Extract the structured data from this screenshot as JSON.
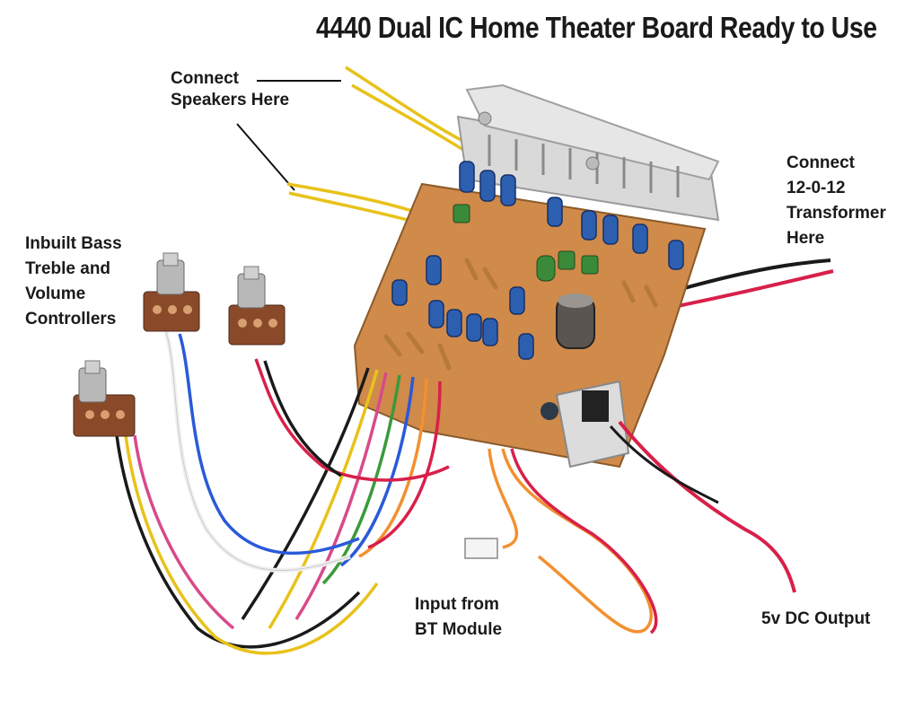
{
  "title": "4440 Dual IC Home Theater Board Ready to Use",
  "labels": {
    "speakers": [
      "Connect",
      "Speakers Here"
    ],
    "transformer": [
      "Connect",
      "12-0-12",
      "Transformer",
      "Here"
    ],
    "controllers": [
      "Inbuilt Bass",
      "Treble and",
      "Volume",
      "Controllers"
    ],
    "bt_input": [
      "Input from",
      "BT Module"
    ],
    "dc_output": "5v DC Output"
  },
  "colors": {
    "pcb": "#d08a4a",
    "heatsink": "#d9d9d9",
    "speaker_wire": "#e8c21a",
    "wire_red": "#d8204a",
    "wire_black": "#1a1a1a"
  }
}
